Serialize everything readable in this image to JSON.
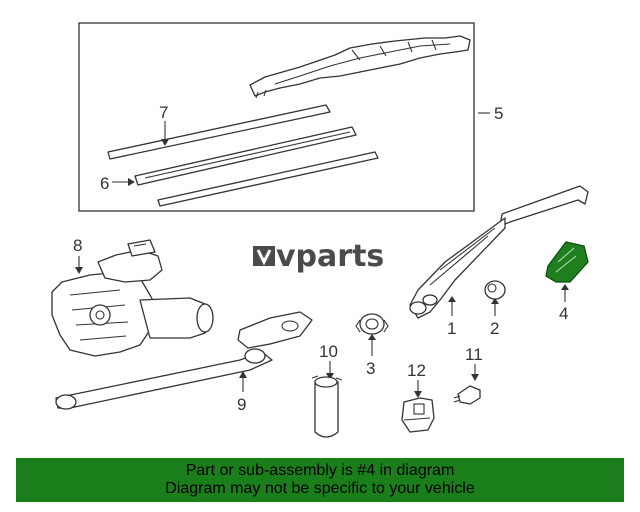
{
  "diagram": {
    "logo": "vparts",
    "callouts": {
      "c1": "1",
      "c2": "2",
      "c3": "3",
      "c4": "4",
      "c5": "5",
      "c6": "6",
      "c7": "7",
      "c8": "8",
      "c9": "9",
      "c10": "10",
      "c11": "11",
      "c12": "12"
    },
    "highlight_part": "4",
    "highlight_color": "#1f7f1f"
  },
  "banner": {
    "line1": "Part or sub-assembly is #4 in diagram",
    "line2": "Diagram may not be specific to your vehicle",
    "background": "#1a7f1a"
  }
}
